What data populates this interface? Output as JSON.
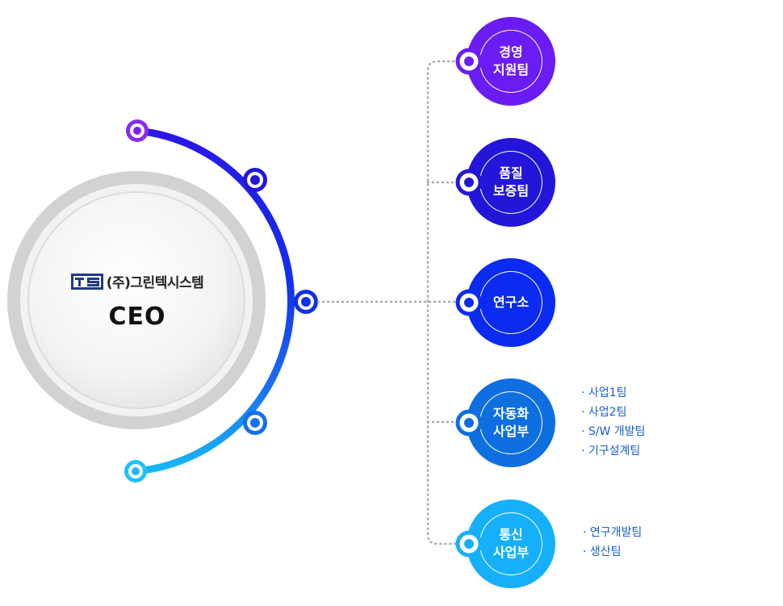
{
  "colors": {
    "dept1": "#6a1cf3",
    "dept2": "#2316d8",
    "dept3": "#0b2bf0",
    "dept4": "#0f6fe0",
    "dept5": "#16b0fa",
    "subtext": "#1860c6"
  },
  "company": {
    "logo_icon": "ts-logo-icon",
    "name": "(주)그린텍시스템",
    "title": "CEO"
  },
  "departments": [
    {
      "line1": "경영",
      "line2": "지원팀",
      "subteams": []
    },
    {
      "line1": "품질",
      "line2": "보증팀",
      "subteams": []
    },
    {
      "line1": "연구소",
      "line2": "",
      "subteams": []
    },
    {
      "line1": "자동화",
      "line2": "사업부",
      "subteams": [
        "· 사업1팀",
        "· 사업2팀",
        "· S/W 개발팀",
        "· 기구설계팀"
      ]
    },
    {
      "line1": "통신",
      "line2": "사업부",
      "subteams": [
        "· 연구개발팀",
        "· 생산팀"
      ]
    }
  ]
}
